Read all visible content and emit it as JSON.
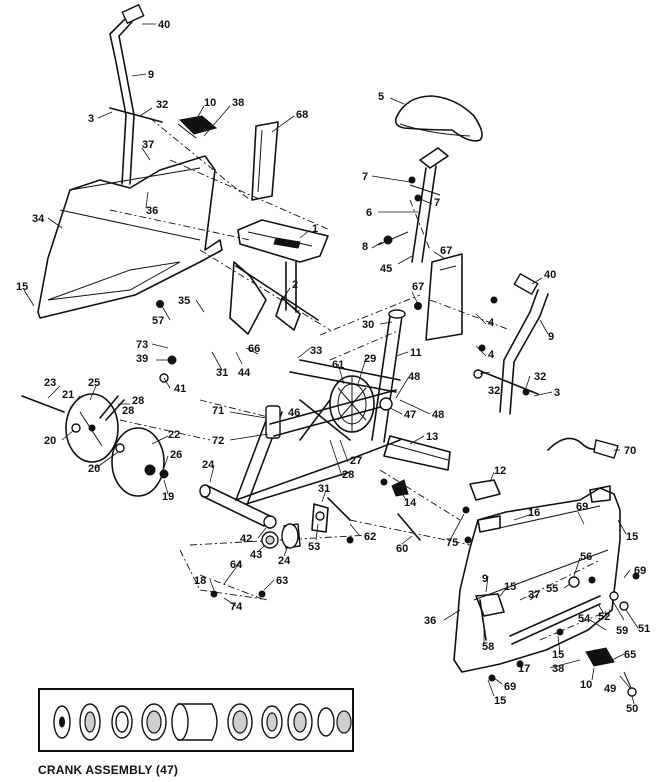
{
  "inset": {
    "title": "CRANK ASSEMBLY (47)"
  },
  "labels": [
    {
      "id": "l40a",
      "text": "40"
    },
    {
      "id": "l9a",
      "text": "9"
    },
    {
      "id": "l3a",
      "text": "3"
    },
    {
      "id": "l32a",
      "text": "32"
    },
    {
      "id": "l10a",
      "text": "10"
    },
    {
      "id": "l38a",
      "text": "38"
    },
    {
      "id": "l68",
      "text": "68"
    },
    {
      "id": "l37a",
      "text": "37"
    },
    {
      "id": "l36",
      "text": "36"
    },
    {
      "id": "l34",
      "text": "34"
    },
    {
      "id": "l15a",
      "text": "15"
    },
    {
      "id": "l1",
      "text": "1"
    },
    {
      "id": "l5",
      "text": "5"
    },
    {
      "id": "l7a",
      "text": "7"
    },
    {
      "id": "l7b",
      "text": "7"
    },
    {
      "id": "l6",
      "text": "6"
    },
    {
      "id": "l8",
      "text": "8"
    },
    {
      "id": "l45",
      "text": "45"
    },
    {
      "id": "l67a",
      "text": "67"
    },
    {
      "id": "l67b",
      "text": "67"
    },
    {
      "id": "l40b",
      "text": "40"
    },
    {
      "id": "l9b",
      "text": "9"
    },
    {
      "id": "l4a",
      "text": "4"
    },
    {
      "id": "l4b",
      "text": "4"
    },
    {
      "id": "l30",
      "text": "30"
    },
    {
      "id": "l11",
      "text": "11"
    },
    {
      "id": "l2",
      "text": "2"
    },
    {
      "id": "l57",
      "text": "57"
    },
    {
      "id": "l35",
      "text": "35"
    },
    {
      "id": "l73",
      "text": "73"
    },
    {
      "id": "l66",
      "text": "66"
    },
    {
      "id": "l33",
      "text": "33"
    },
    {
      "id": "l61",
      "text": "61"
    },
    {
      "id": "l29",
      "text": "29"
    },
    {
      "id": "l39",
      "text": "39"
    },
    {
      "id": "l44",
      "text": "44"
    },
    {
      "id": "l31a",
      "text": "31"
    },
    {
      "id": "l41",
      "text": "41"
    },
    {
      "id": "l32b",
      "text": "32"
    },
    {
      "id": "l32c",
      "text": "32"
    },
    {
      "id": "l3b",
      "text": "3"
    },
    {
      "id": "l48a",
      "text": "48"
    },
    {
      "id": "l48b",
      "text": "48"
    },
    {
      "id": "l47",
      "text": "47"
    },
    {
      "id": "l23",
      "text": "23"
    },
    {
      "id": "l21",
      "text": "21"
    },
    {
      "id": "l25",
      "text": "25"
    },
    {
      "id": "l28a",
      "text": "28"
    },
    {
      "id": "l28b",
      "text": "28"
    },
    {
      "id": "l71",
      "text": "71"
    },
    {
      "id": "l46",
      "text": "46"
    },
    {
      "id": "l72",
      "text": "72"
    },
    {
      "id": "l20a",
      "text": "20"
    },
    {
      "id": "l22",
      "text": "22"
    },
    {
      "id": "l20b",
      "text": "20"
    },
    {
      "id": "l26",
      "text": "26"
    },
    {
      "id": "l19",
      "text": "19"
    },
    {
      "id": "l24a",
      "text": "24"
    },
    {
      "id": "l27",
      "text": "27"
    },
    {
      "id": "l28c",
      "text": "28"
    },
    {
      "id": "l13",
      "text": "13"
    },
    {
      "id": "l70",
      "text": "70"
    },
    {
      "id": "l12",
      "text": "12"
    },
    {
      "id": "l31b",
      "text": "31"
    },
    {
      "id": "l14",
      "text": "14"
    },
    {
      "id": "l16",
      "text": "16"
    },
    {
      "id": "l69a",
      "text": "69"
    },
    {
      "id": "l15b",
      "text": "15"
    },
    {
      "id": "l42",
      "text": "42"
    },
    {
      "id": "l53",
      "text": "53"
    },
    {
      "id": "l62",
      "text": "62"
    },
    {
      "id": "l60",
      "text": "60"
    },
    {
      "id": "l75",
      "text": "75"
    },
    {
      "id": "l43",
      "text": "43"
    },
    {
      "id": "l24b",
      "text": "24"
    },
    {
      "id": "l56",
      "text": "56"
    },
    {
      "id": "l69b",
      "text": "69"
    },
    {
      "id": "l55",
      "text": "55"
    },
    {
      "id": "l64",
      "text": "64"
    },
    {
      "id": "l18",
      "text": "18"
    },
    {
      "id": "l63",
      "text": "63"
    },
    {
      "id": "l74",
      "text": "74"
    },
    {
      "id": "l9c",
      "text": "9"
    },
    {
      "id": "l15c",
      "text": "15"
    },
    {
      "id": "l37b",
      "text": "37"
    },
    {
      "id": "l54",
      "text": "54"
    },
    {
      "id": "l52",
      "text": "52"
    },
    {
      "id": "l51",
      "text": "51"
    },
    {
      "id": "l36b",
      "text": "36"
    },
    {
      "id": "l58",
      "text": "58"
    },
    {
      "id": "l59",
      "text": "59"
    },
    {
      "id": "l15d",
      "text": "15"
    },
    {
      "id": "l17",
      "text": "17"
    },
    {
      "id": "l38b",
      "text": "38"
    },
    {
      "id": "l65",
      "text": "65"
    },
    {
      "id": "l10b",
      "text": "10"
    },
    {
      "id": "l49",
      "text": "49"
    },
    {
      "id": "l69c",
      "text": "69"
    },
    {
      "id": "l15e",
      "text": "15"
    },
    {
      "id": "l50",
      "text": "50"
    }
  ]
}
